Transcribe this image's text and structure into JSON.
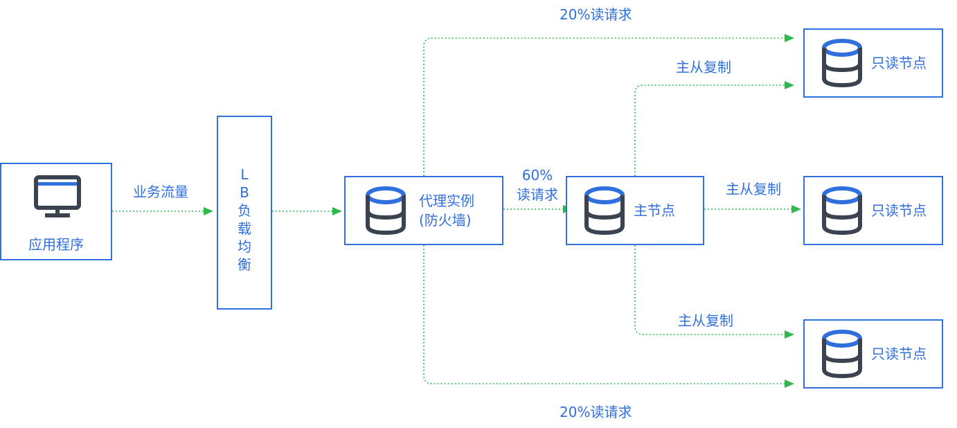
{
  "colors": {
    "accent": "#2f6fde",
    "icon": "#3b4351",
    "connector": "#2db84d"
  },
  "nodes": {
    "app": {
      "label": "应用程序",
      "icon": "monitor-icon"
    },
    "lb": {
      "label": "LB负载均衡"
    },
    "proxy": {
      "label_line1": "代理实例",
      "label_line2": "(防火墙)",
      "icon": "database-icon"
    },
    "master": {
      "label": "主节点",
      "icon": "database-icon"
    },
    "replica_top": {
      "label": "只读节点",
      "icon": "database-icon"
    },
    "replica_mid": {
      "label": "只读节点",
      "icon": "database-icon"
    },
    "replica_bottom": {
      "label": "只读节点",
      "icon": "database-icon"
    }
  },
  "edges": {
    "app_to_lb": "业务流量",
    "proxy_to_master_line1": "60%",
    "proxy_to_master_line2": "读请求",
    "proxy_to_top": "20%读请求",
    "proxy_to_bottom": "20%读请求",
    "master_to_top": "主从复制",
    "master_to_mid": "主从复制",
    "master_to_bottom": "主从复制"
  }
}
